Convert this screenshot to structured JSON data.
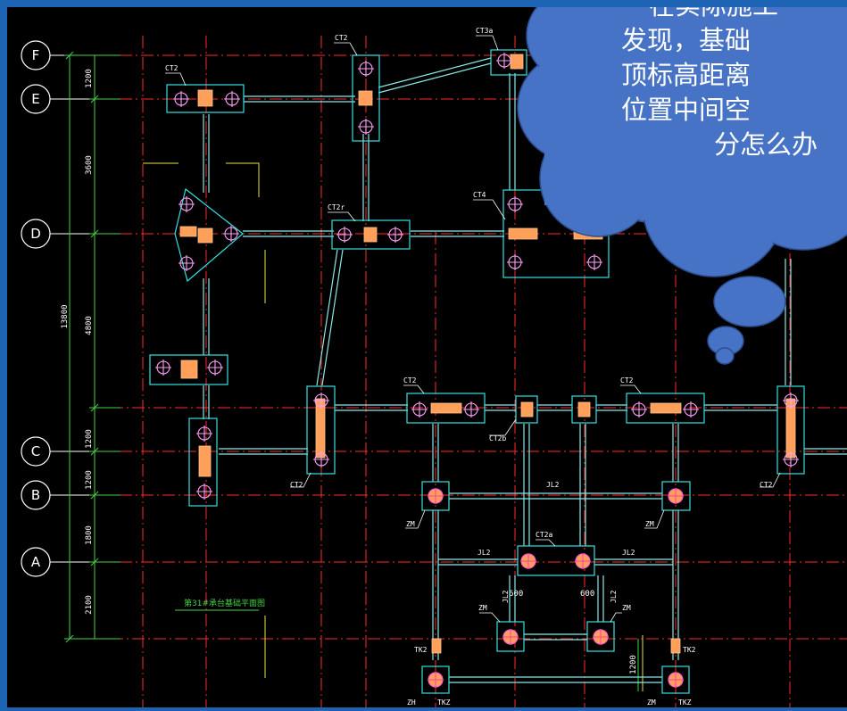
{
  "axes": [
    {
      "id": "F",
      "label": "F"
    },
    {
      "id": "E",
      "label": "E"
    },
    {
      "id": "D",
      "label": "D"
    },
    {
      "id": "C",
      "label": "C"
    },
    {
      "id": "B",
      "label": "B"
    },
    {
      "id": "A",
      "label": "A"
    }
  ],
  "dimensions": {
    "total": "13800",
    "segments": [
      "1200",
      "3600",
      "4800",
      "1200",
      "1200",
      "1800",
      "2100"
    ],
    "right_dim": "1200",
    "small_dims": [
      "600",
      "600"
    ]
  },
  "cap_labels": {
    "ct2_top": "CT2",
    "ct3a": "CT3a",
    "ct2_left": "CT2",
    "ct2r": "CT2r",
    "ct4": "CT4",
    "ct2_mid": "CT2",
    "ct2_right": "CT2",
    "ct2b": "CT2b",
    "ct2_bottom_left": "CT2",
    "ct2_far_right": "CT2",
    "ct2a": "CT2a"
  },
  "beam_labels": {
    "jl2_a": "JL2",
    "jl2_b": "JL2",
    "jl2_c": "JL2",
    "jl2_d": "JL2",
    "jl2_e": "JL2"
  },
  "column_labels": {
    "zm_1": "ZM",
    "zm_2": "ZM",
    "zm_3": "ZM",
    "zm_4": "ZM",
    "tk2_l": "TK2",
    "tk2_r": "TK2",
    "zh_1": "ZH",
    "tkz_1": "TKZ",
    "zm_5": "ZM",
    "tkz_2": "TKZ"
  },
  "legend_title": "第31#承台基础平面图",
  "callout": {
    "lines": [
      "在实际施工",
      "发现，基础",
      "顶标高距离",
      "位置中间空",
      "分怎么办"
    ]
  },
  "colors": {
    "frame": "#1c63b4",
    "background": "#000000",
    "grid": "#ff2a2a",
    "outline": "#36e0e0",
    "beam": "#8ce8e8",
    "pile": "#ff9f5a",
    "dim": "#46d046",
    "cloud": "#4773c6",
    "cloud_stroke": "#2d4e8e"
  }
}
